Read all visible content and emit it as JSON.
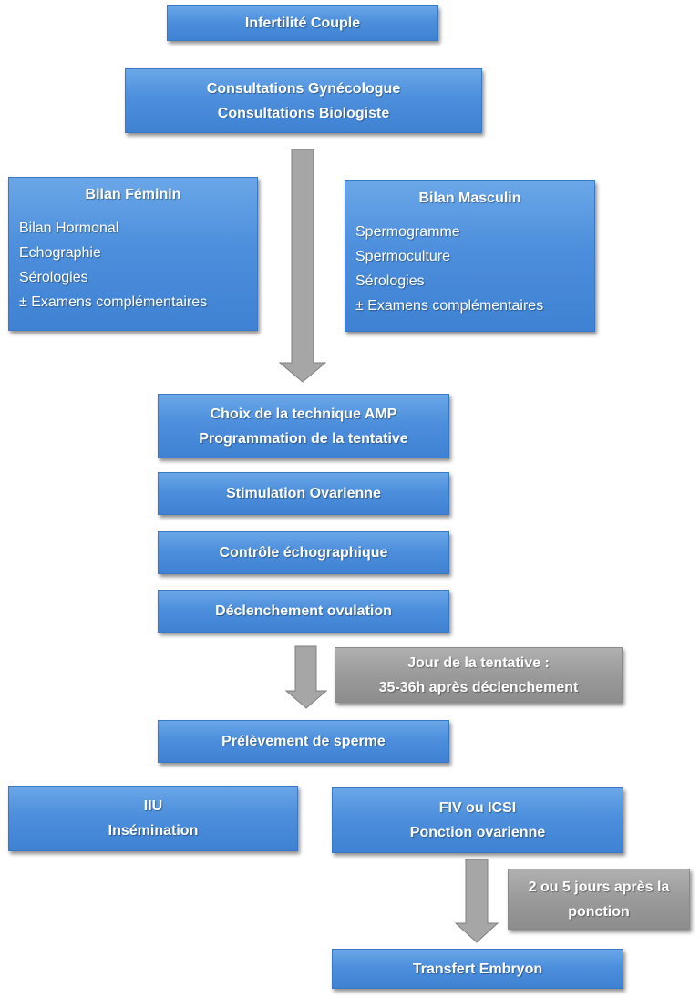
{
  "colors": {
    "blue_box": "#4d8fdc",
    "gray_box": "#9a9a9a",
    "arrow_fill": "#a6a6a6",
    "arrow_stroke": "#7f7f7f"
  },
  "nodes": {
    "infertilite": "Infertilité Couple",
    "consultations": [
      "Consultations Gynécologue",
      "Consultations Biologiste"
    ],
    "bilan_feminin": {
      "title": "Bilan Féminin",
      "items": [
        "Bilan Hormonal",
        "Echographie",
        "Sérologies",
        "± Examens complémentaires"
      ]
    },
    "bilan_masculin": {
      "title": "Bilan Masculin",
      "items": [
        "Spermogramme",
        "Spermoculture",
        "Sérologies",
        "± Examens complémentaires"
      ]
    },
    "choix": [
      "Choix de la technique AMP",
      "Programmation de la tentative"
    ],
    "stimulation": "Stimulation Ovarienne",
    "controle": "Contrôle échographique",
    "declenchement": "Déclenchement ovulation",
    "jour_tentative": [
      "Jour de la tentative :",
      "35-36h après déclenchement"
    ],
    "prelevement": "Prélèvement de sperme",
    "iiu": [
      "IIU",
      "Insémination"
    ],
    "fiv": [
      "FIV ou ICSI",
      "Ponction ovarienne"
    ],
    "delai": [
      "2 ou 5 jours après la",
      "ponction"
    ],
    "transfert": "Transfert Embryon"
  }
}
